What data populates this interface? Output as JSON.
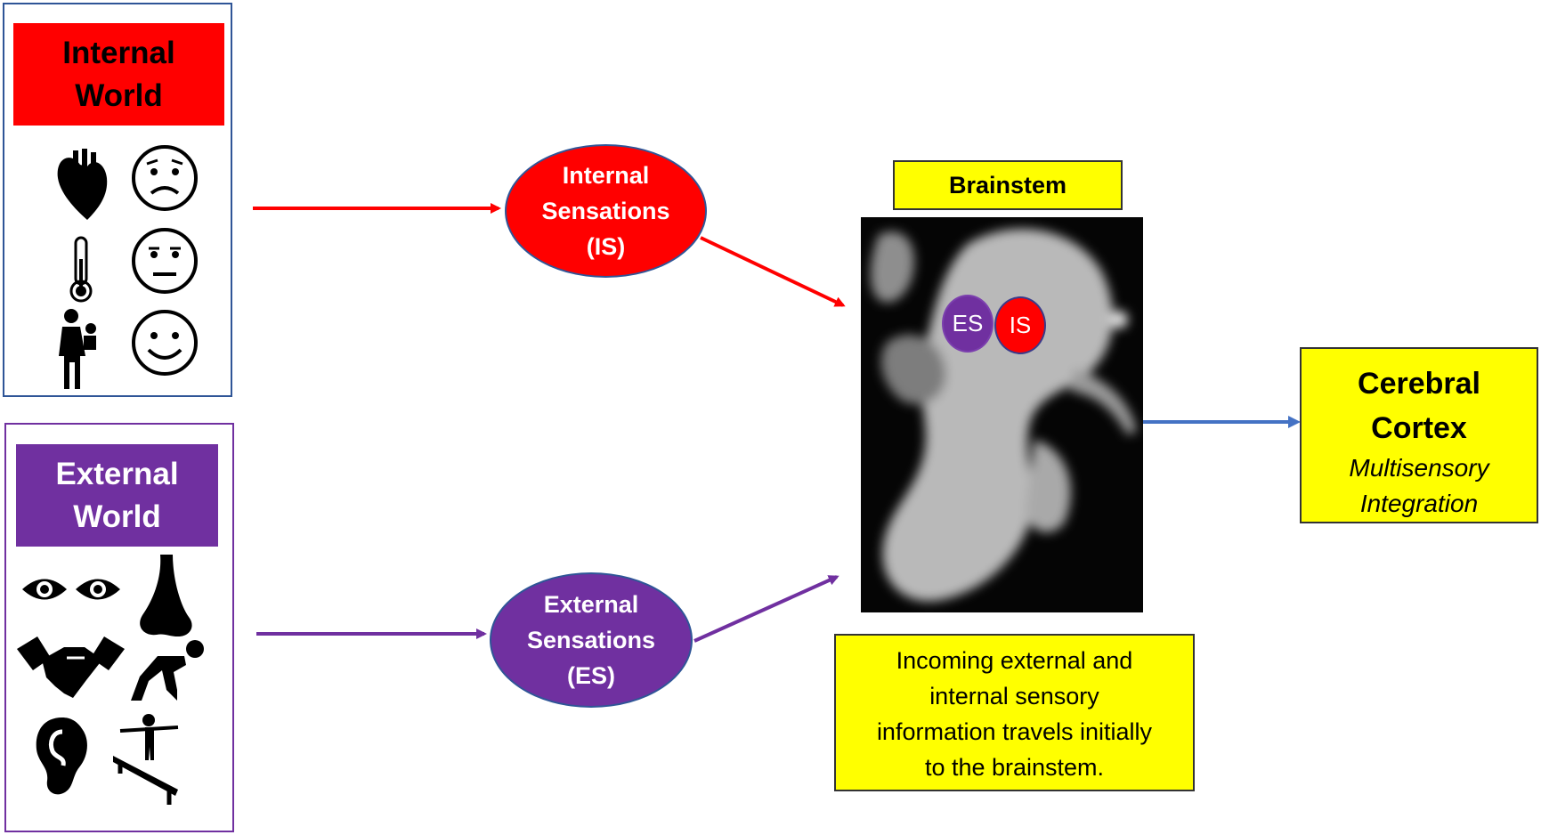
{
  "internal_world": {
    "title": "Internal\nWorld",
    "color": "#ff0000",
    "icons": [
      "heart-icon",
      "worried-face-icon",
      "thermometer-icon",
      "neutral-face-icon",
      "mother-child-icon",
      "smiley-face-icon"
    ]
  },
  "external_world": {
    "title": "External\nWorld",
    "color": "#7030a0",
    "icons": [
      "eyes-icon",
      "nose-icon",
      "handshake-icon",
      "crouching-person-icon",
      "ear-icon",
      "balance-beam-icon"
    ]
  },
  "internal_sensations": {
    "label": "Internal\nSensations\n(IS)"
  },
  "external_sensations": {
    "label": "External\nSensations\n(ES)"
  },
  "brainstem": {
    "label": "Brainstem",
    "es_marker": "ES",
    "is_marker": "IS"
  },
  "cortex": {
    "title": "Cerebral\nCortex",
    "subtitle": "Multisensory\nIntegration"
  },
  "caption": "Incoming external and\ninternal sensory\ninformation travels initially\nto the brainstem.",
  "colors": {
    "internal": "#ff0000",
    "external": "#7030a0",
    "output_arrow": "#4472c4",
    "highlight": "#ffff00"
  }
}
